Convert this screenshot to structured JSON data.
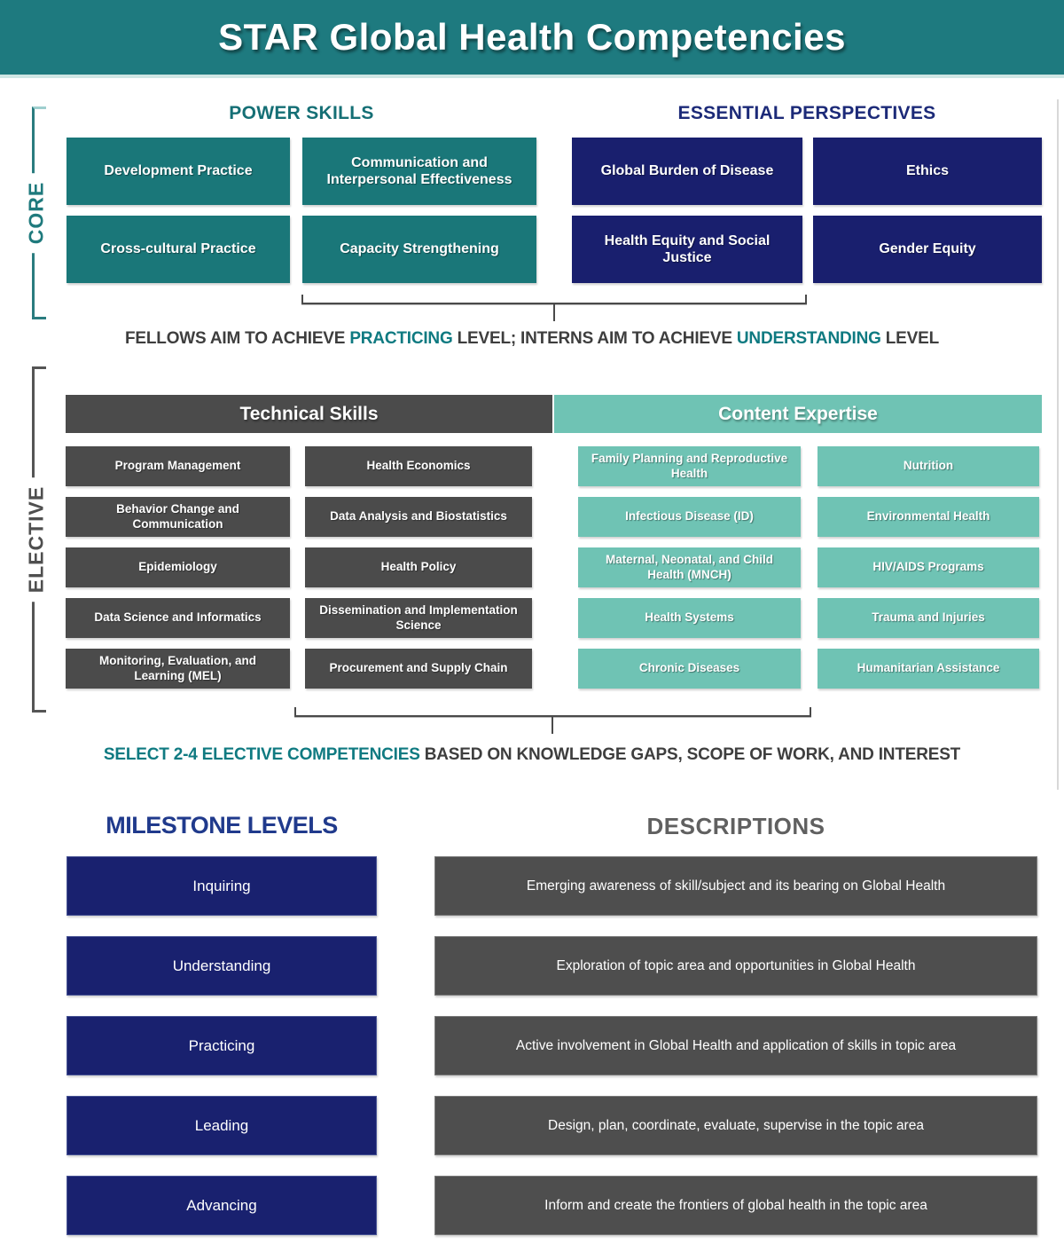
{
  "title": "STAR Global Health Competencies",
  "palette": {
    "header_teal": "#1e7a7f",
    "core_teal_box": "#1a7779",
    "navy_box": "#191f6e",
    "technical_gray": "#4b4b4b",
    "content_seafoam": "#6fc3b4",
    "milestone_navy": "#19216f",
    "description_gray": "#4e4e4e",
    "accent_teal_text": "#0f7a81",
    "navy_heading_text": "#1c2a78"
  },
  "core": {
    "bracket_label": "CORE",
    "power_skills": {
      "heading": "POWER SKILLS",
      "items": [
        "Development Practice",
        "Communication and Interpersonal Effectiveness",
        "Cross-cultural Practice",
        "Capacity Strengthening"
      ]
    },
    "essential_perspectives": {
      "heading": "ESSENTIAL PERSPECTIVES",
      "items": [
        "Global Burden of Disease",
        "Ethics",
        "Health Equity and Social Justice",
        "Gender Equity"
      ]
    },
    "note": {
      "pre": "FELLOWS AIM TO ACHIEVE ",
      "highlight1": "PRACTICING",
      "mid": " LEVEL; INTERNS AIM TO ACHIEVE ",
      "highlight2": "UNDERSTANDING",
      "post": " LEVEL"
    }
  },
  "elective": {
    "bracket_label": "ELECTIVE",
    "technical_skills": {
      "heading": "Technical Skills",
      "items": [
        "Program Management",
        "Health Economics",
        "Behavior Change and Communication",
        "Data Analysis and Biostatistics",
        "Epidemiology",
        "Health Policy",
        "Data Science and Informatics",
        "Dissemination and Implementation Science",
        "Monitoring, Evaluation, and Learning (MEL)",
        "Procurement and Supply Chain"
      ]
    },
    "content_expertise": {
      "heading": "Content Expertise",
      "items": [
        "Family Planning and Reproductive Health",
        "Nutrition",
        "Infectious Disease (ID)",
        "Environmental Health",
        "Maternal, Neonatal, and Child Health (MNCH)",
        "HIV/AIDS Programs",
        "Health Systems",
        "Trauma and Injuries",
        "Chronic Diseases",
        "Humanitarian Assistance"
      ]
    },
    "note": {
      "highlight": "SELECT 2-4 ELECTIVE COMPETENCIES",
      "rest": " BASED ON KNOWLEDGE GAPS, SCOPE OF WORK, AND INTEREST"
    }
  },
  "milestones": {
    "levels_heading": "MILESTONE LEVELS",
    "descriptions_heading": "DESCRIPTIONS",
    "rows": [
      {
        "level": "Inquiring",
        "description": "Emerging awareness of skill/subject and its bearing on Global Health"
      },
      {
        "level": "Understanding",
        "description": "Exploration of topic area and opportunities in Global Health"
      },
      {
        "level": "Practicing",
        "description": "Active involvement in Global Health and application of skills in topic area"
      },
      {
        "level": "Leading",
        "description": "Design, plan, coordinate, evaluate, supervise in the topic area"
      },
      {
        "level": "Advancing",
        "description": "Inform and create the frontiers of global health in the topic area"
      }
    ]
  }
}
